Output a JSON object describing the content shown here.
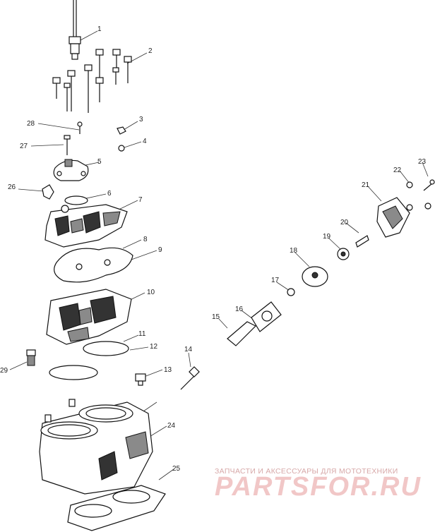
{
  "callouts": [
    {
      "id": "c1",
      "text": "1"
    },
    {
      "id": "c2",
      "text": "2"
    },
    {
      "id": "c3",
      "text": "3"
    },
    {
      "id": "c4",
      "text": "4"
    },
    {
      "id": "c5",
      "text": "5"
    },
    {
      "id": "c6",
      "text": "6"
    },
    {
      "id": "c7",
      "text": "7"
    },
    {
      "id": "c8",
      "text": "8"
    },
    {
      "id": "c9",
      "text": "9"
    },
    {
      "id": "c10",
      "text": "10"
    },
    {
      "id": "c11",
      "text": "11"
    },
    {
      "id": "c12",
      "text": "12"
    },
    {
      "id": "c13",
      "text": "13"
    },
    {
      "id": "c14",
      "text": "14"
    },
    {
      "id": "c15",
      "text": "15"
    },
    {
      "id": "c16",
      "text": "16"
    },
    {
      "id": "c17",
      "text": "17"
    },
    {
      "id": "c18",
      "text": "18"
    },
    {
      "id": "c19",
      "text": "19"
    },
    {
      "id": "c20",
      "text": "20"
    },
    {
      "id": "c21",
      "text": "21"
    },
    {
      "id": "c22",
      "text": "22"
    },
    {
      "id": "c23",
      "text": "23"
    },
    {
      "id": "c24",
      "text": "24"
    },
    {
      "id": "c25",
      "text": "25"
    },
    {
      "id": "c26",
      "text": "26"
    },
    {
      "id": "c27",
      "text": "27"
    },
    {
      "id": "c28",
      "text": "28"
    },
    {
      "id": "c29",
      "text": "29"
    }
  ],
  "watermark": {
    "subtitle": "ЗАПЧАСТИ И АКСЕССУАРЫ ДЛЯ МОТОТЕХНИКИ",
    "brand": "PARTSFOR.RU"
  },
  "colors": {
    "line": "#111111",
    "watermark": "#f1c7c7",
    "background": "#ffffff"
  }
}
